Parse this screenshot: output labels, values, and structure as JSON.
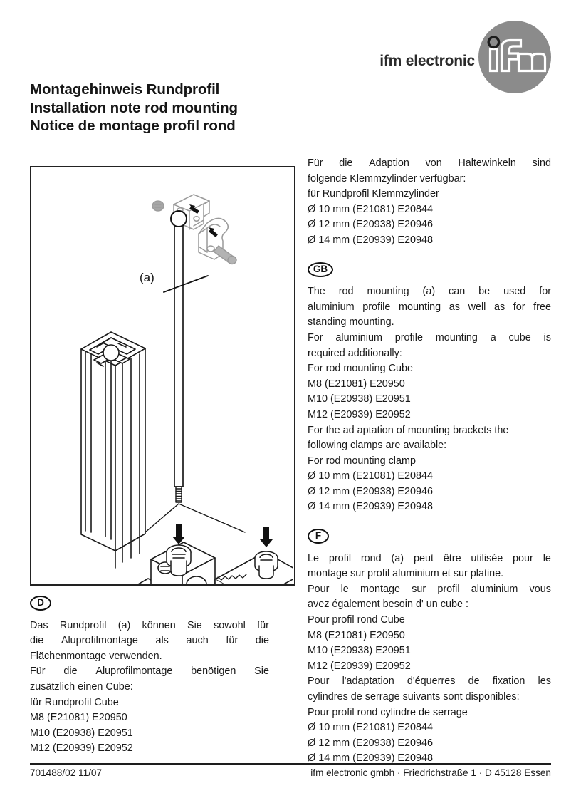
{
  "brand": {
    "wordmark": "ifm electronic",
    "mark_icon": "ifm-logo-icon",
    "mark_letters": "ifm",
    "circle_color": "#8b8b8b"
  },
  "titles": {
    "line_de": "Montagehinweis Rundprofil",
    "line_en": "Installation note rod mounting",
    "line_fr": "Notice de montage profil rond"
  },
  "figure": {
    "caption_label": "(a)",
    "alt_name": "rod-mounting-assembly-illustration"
  },
  "intro_de": {
    "lines": [
      "Für die Adaption von Haltewinkeln sind",
      "folgende Klemmzylinder verfügbar:"
    ],
    "table_header": "für Rundprofil      Klemmzylinder",
    "table_header_col1": "für Rundprofil",
    "table_header_col2": "Klemmzylinder",
    "rows": [
      "Ø 10 mm (E21081)  E20844",
      "Ø 12 mm (E20938)  E20946",
      "Ø 14 mm (E20939)  E20948"
    ]
  },
  "section_de": {
    "badge": "D",
    "badge_icon": "country-badge-de-icon",
    "para1": [
      "Das Rundprofil (a) können Sie sowohl für",
      "die Aluprofilmontage als auch für die",
      "Flächenmontage verwenden."
    ],
    "para2": [
      "Für die Aluprofilmontage benötigen Sie",
      "zusätzlich einen Cube:"
    ],
    "table_header": "für Rundprofil      Cube",
    "rows": [
      "M8   (E21081)       E20950",
      "M10 (E20938)  E20951",
      "M12 (E20939)  E20952"
    ]
  },
  "section_gb": {
    "badge": "GB",
    "badge_icon": "country-badge-gb-icon",
    "para1": [
      "The rod mounting (a) can be used for",
      "aluminium profile mounting as well as for free",
      "standing mounting."
    ],
    "para2": [
      "For aluminium profile mounting a cube is",
      "required additionally:"
    ],
    "table_header_1": "For rod mounting  Cube",
    "rows_1": [
      "M8   (E21081)       E20950",
      "M10 (E20938)  E20951",
      "M12 (E20939)  E20952"
    ],
    "para3": [
      "For the ad aptation of mounting brackets the",
      "following clamps are available:"
    ],
    "table_header_2": "For rod mounting  clamp",
    "rows_2": [
      "Ø 10 mm (E21081)  E20844",
      "Ø 12 mm (E20938)  E20946",
      "Ø 14 mm (E20939)  E20948"
    ]
  },
  "section_fr": {
    "badge": "F",
    "badge_icon": "country-badge-fr-icon",
    "para1": [
      "Le profil rond (a) peut être utilisée pour le",
      "montage sur profil aluminium et sur platine."
    ],
    "para2": [
      "Pour le montage sur profil aluminium vous",
      "avez également besoin d' un cube :"
    ],
    "table_header_1": "Pour profil rond  Cube",
    "rows_1": [
      "M8   (E21081)       E20950",
      "M10 (E20938)  E20951",
      "M12 (E20939)  E20952"
    ],
    "para3": [
      "Pour l'adaptation d'équerres de fixation les",
      "cylindres de serrage suivants sont disponibles:"
    ],
    "table_header_2": "Pour profil rond  cylindre de serrage",
    "rows_2": [
      "Ø 10 mm (E21081)  E20844",
      "Ø 12 mm (E20938)  E20946",
      "Ø 14 mm (E20939)  E20948"
    ]
  },
  "footer": {
    "doc_number": "701488/02  11/07",
    "company": "ifm electronic gmbh · Friedrichstraße 1 ·  D 45128 Essen"
  }
}
